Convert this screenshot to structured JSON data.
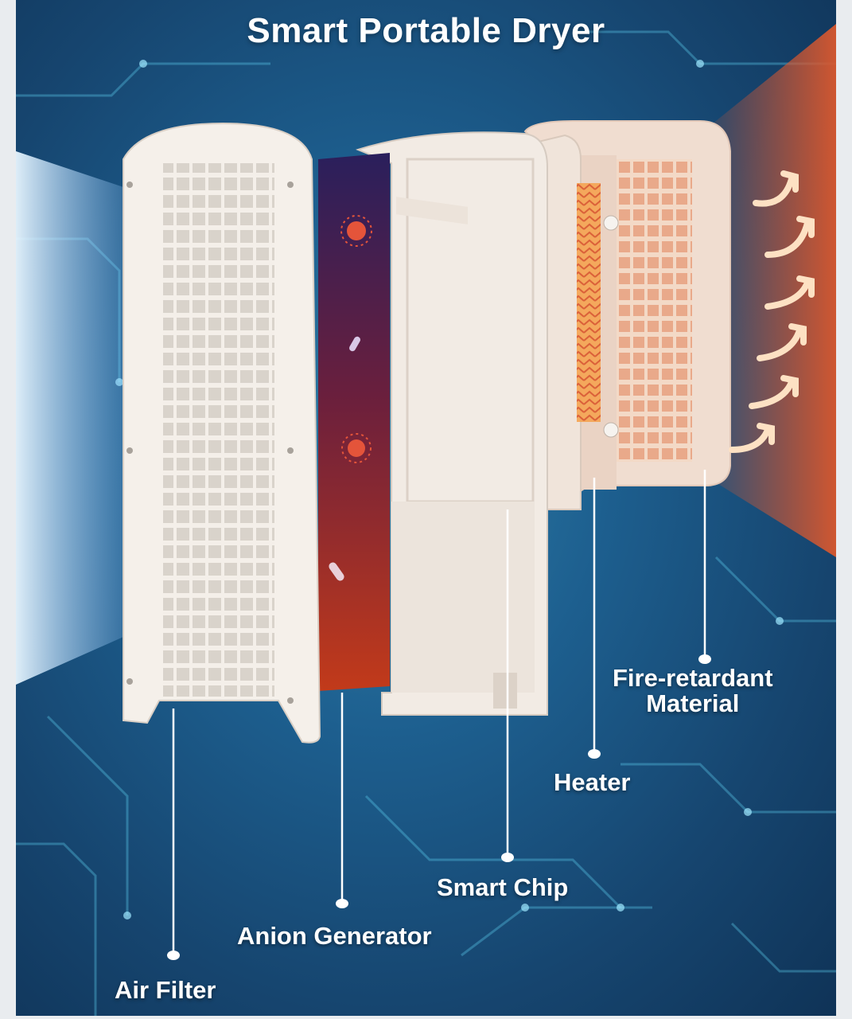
{
  "title": "Smart Portable Dryer",
  "colors": {
    "background": "#1d5f8f",
    "housing": "#f1e6dc",
    "heater": "#f08a3a",
    "anion_top": "#2a1f5c",
    "anion_bottom": "#c23a1a",
    "hot_air": "#e0572f",
    "cool_air": "#cfe9ff"
  },
  "components": [
    {
      "id": "air-filter",
      "label": "Air Filter"
    },
    {
      "id": "anion-generator",
      "label": "Anion Generator"
    },
    {
      "id": "smart-chip",
      "label": "Smart Chip"
    },
    {
      "id": "heater",
      "label": "Heater"
    },
    {
      "id": "fire-retardant",
      "label_lines": [
        "Fire-retardant",
        "Material"
      ]
    }
  ],
  "icons": [
    "bacteria-icon",
    "virus-icon",
    "hot-air-arrow-icon"
  ]
}
